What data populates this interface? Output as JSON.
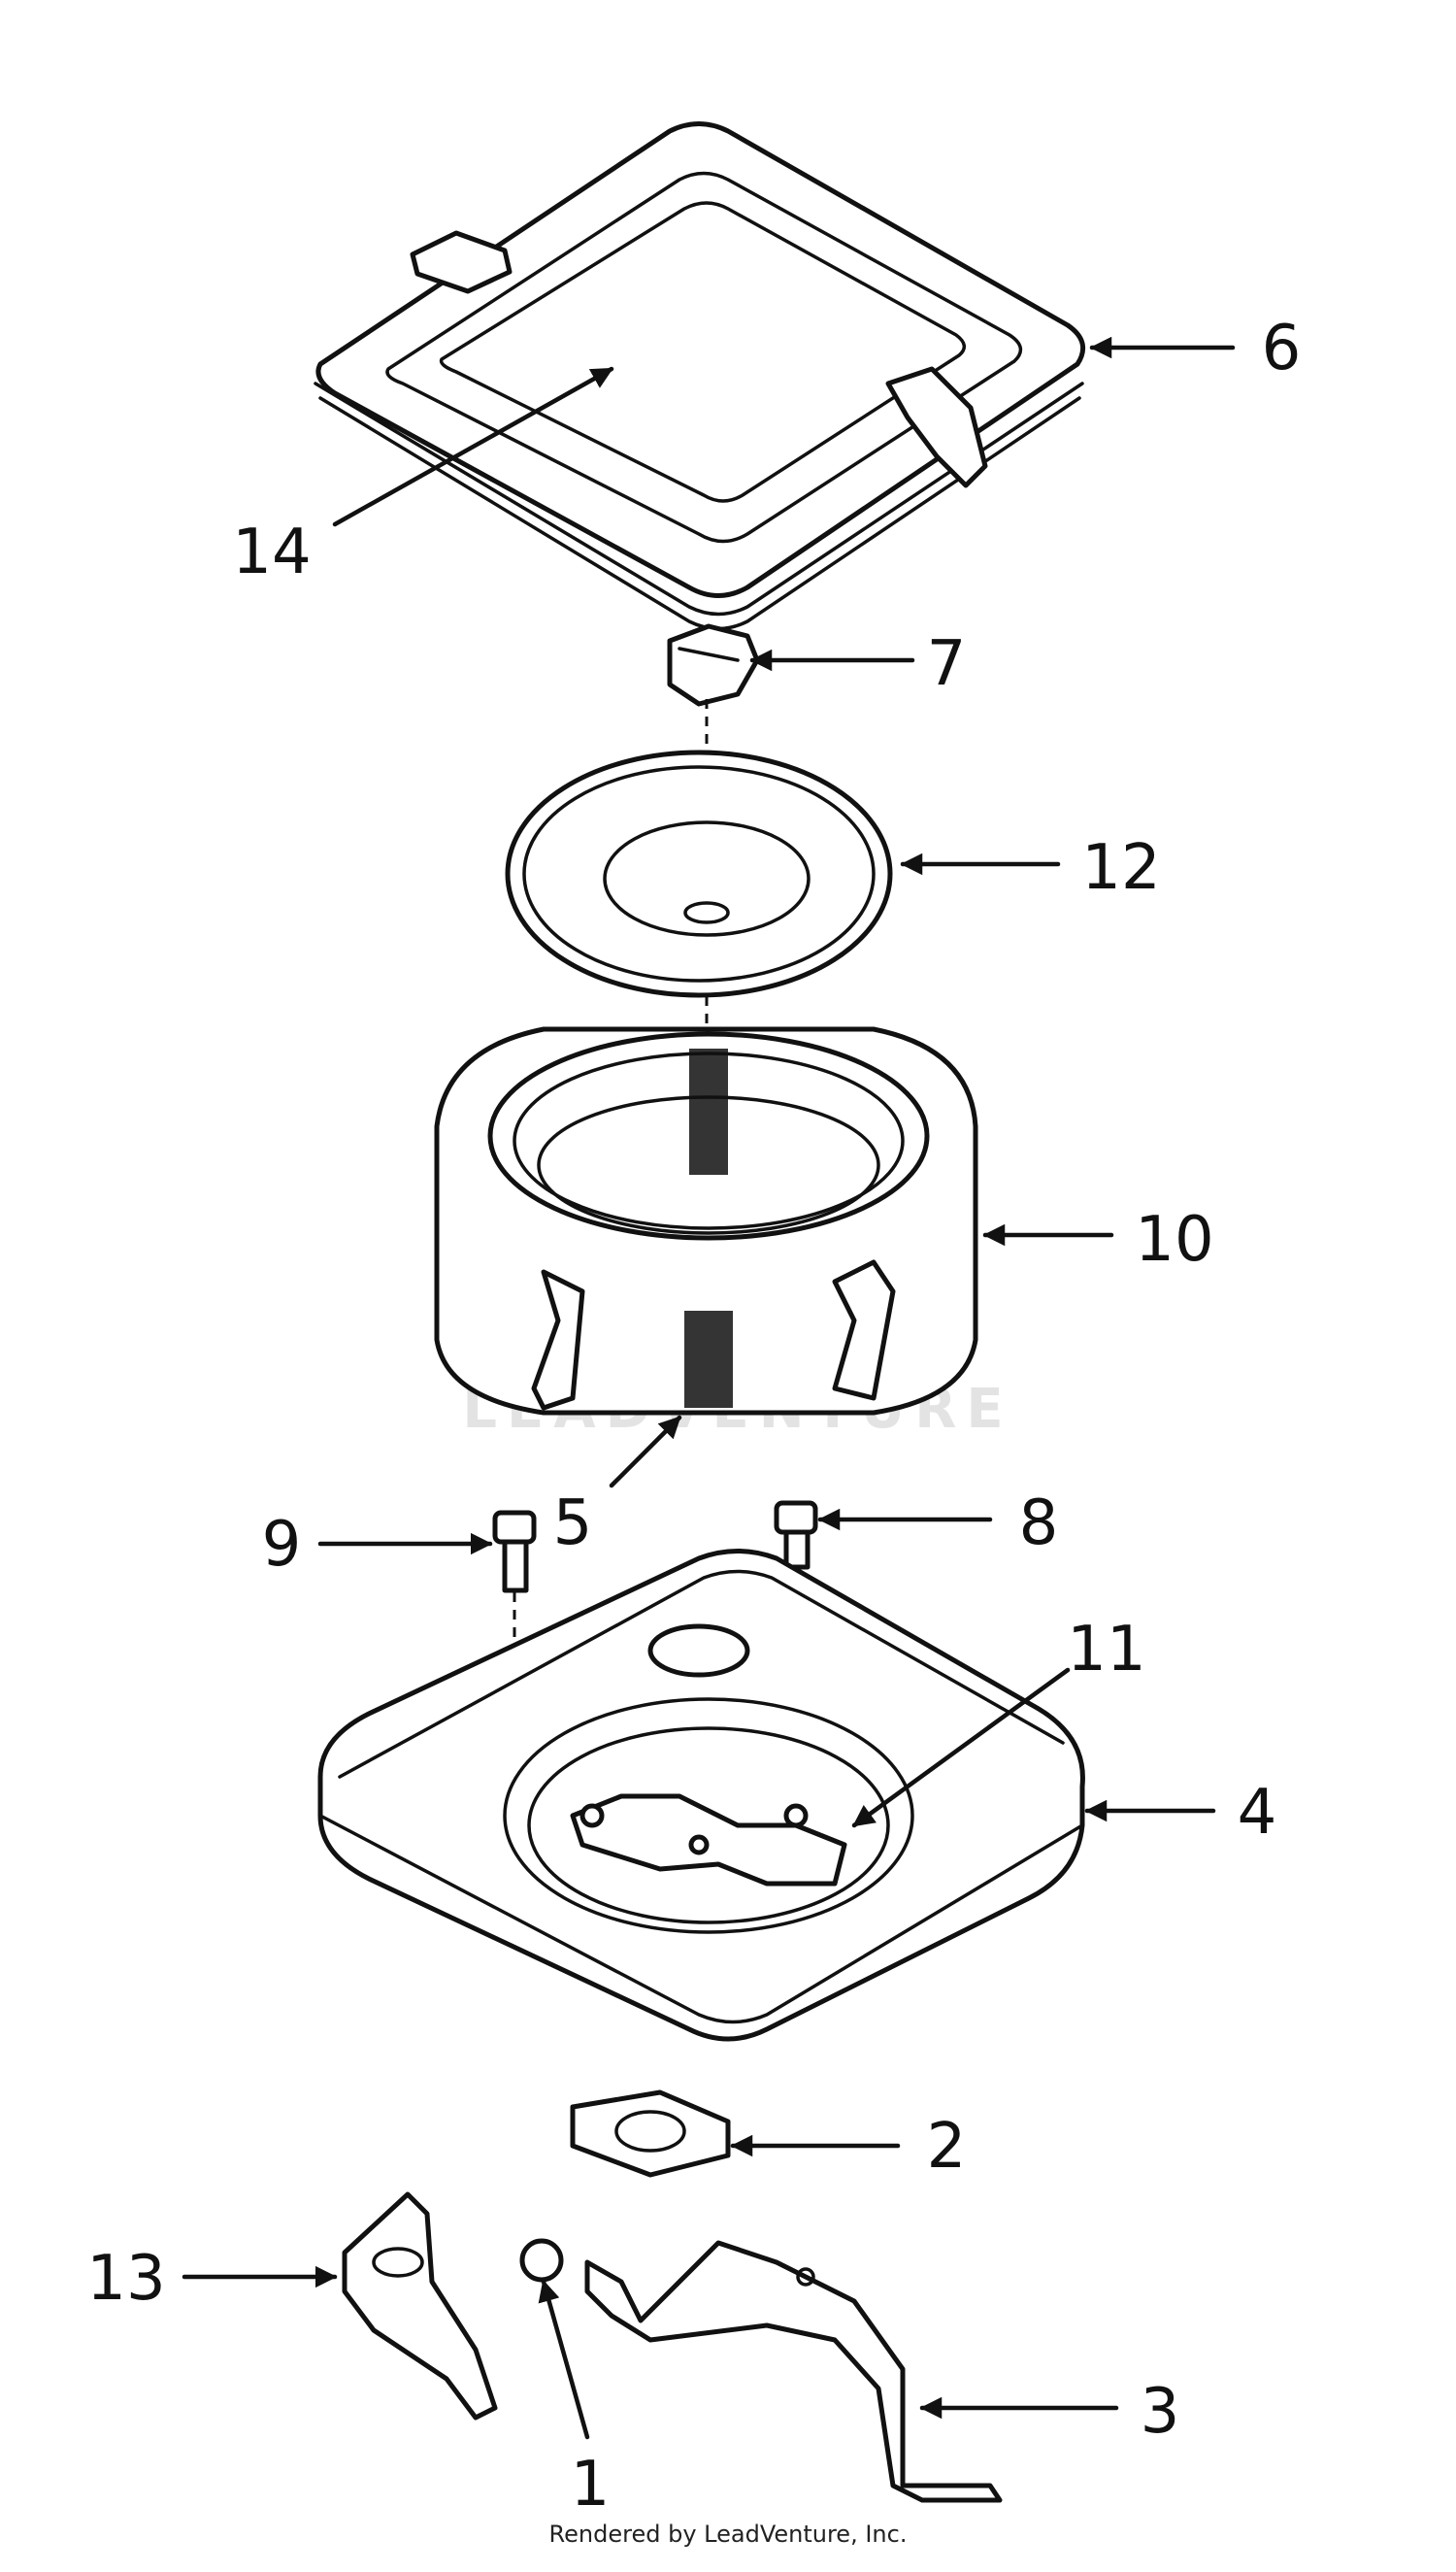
{
  "diagram": {
    "callouts": [
      "6",
      "14",
      "7",
      "12",
      "10",
      "5",
      "9",
      "8",
      "11",
      "4",
      "2",
      "13",
      "3",
      "1"
    ],
    "watermark": "LEADVENTURE",
    "footer": "Rendered by LeadVenture, Inc.",
    "line_color": "#111111",
    "background": "#ffffff"
  }
}
